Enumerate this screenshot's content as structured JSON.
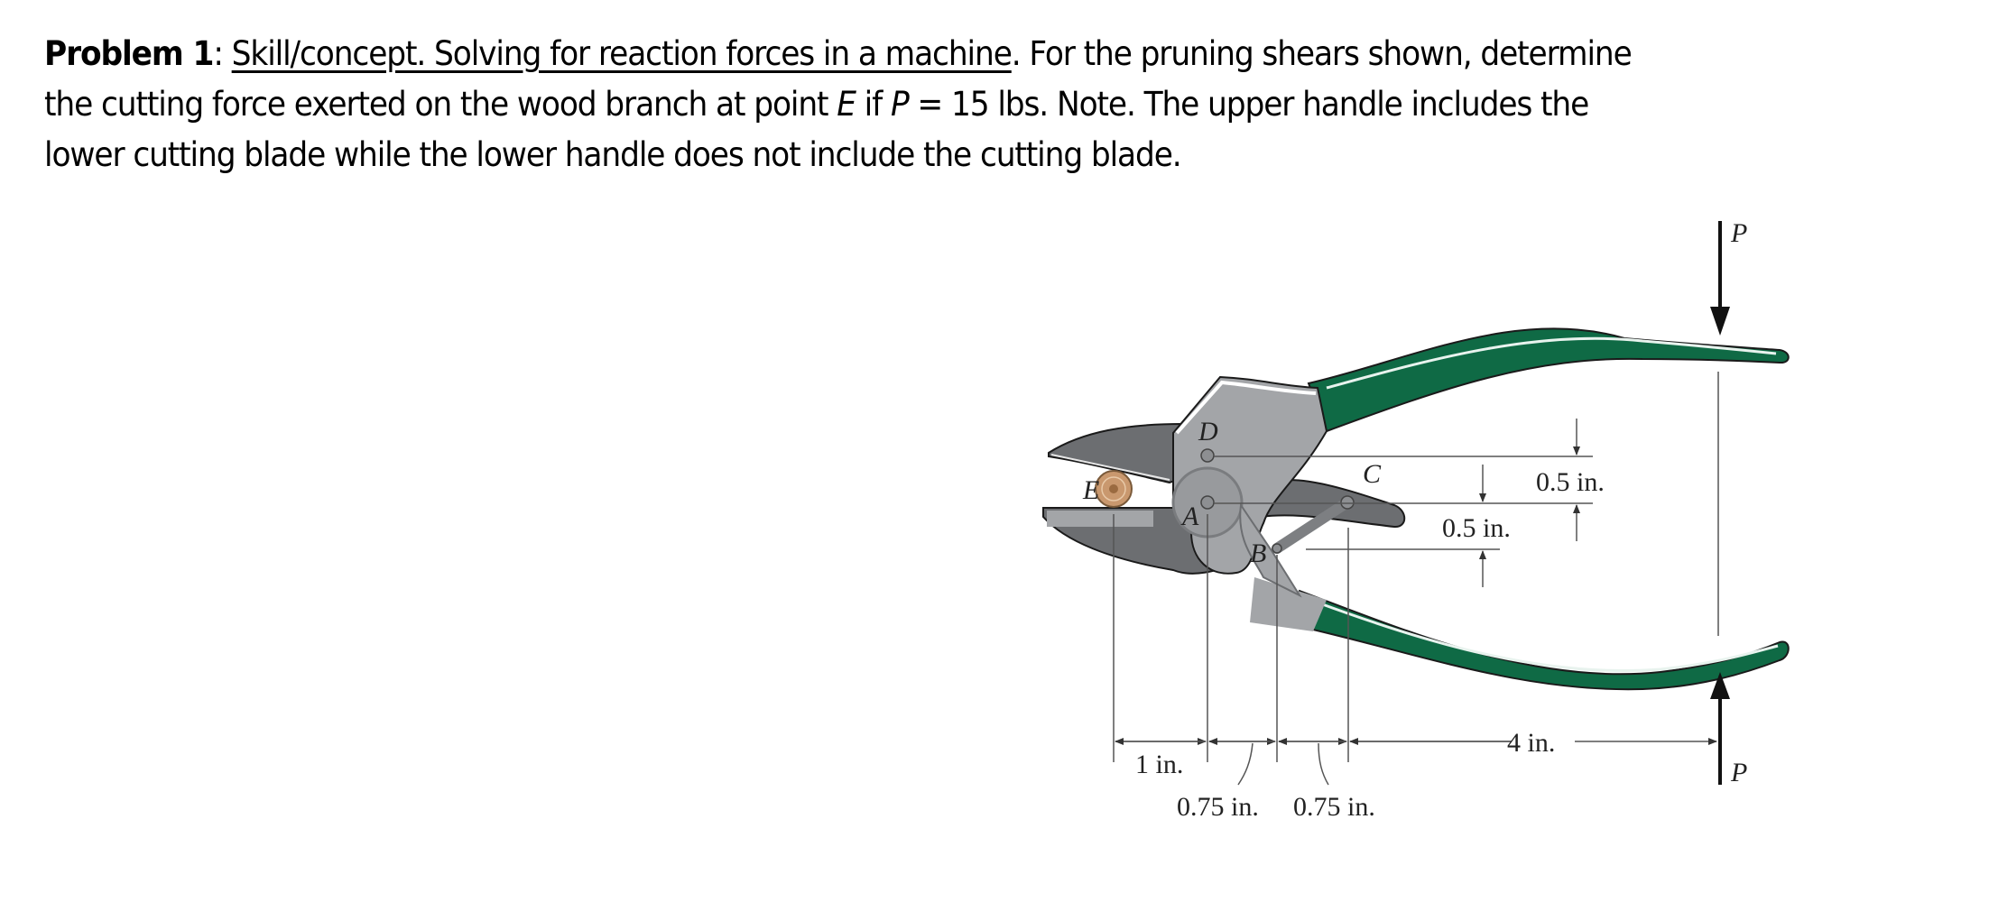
{
  "problem": {
    "label": "Problem 1",
    "colon": ":",
    "topic": "Skill/concept. Solving for reaction forces in a machine",
    "text_1": ". For the pruning shears shown, determine",
    "text_2": "the cutting force exerted on the wood branch at point ",
    "point_var": "E",
    "text_3": " if ",
    "force_var": "P",
    "text_4": " = 15 lbs. Note. The upper handle includes the",
    "text_5": "lower cutting blade while the lower handle does not include the cutting blade."
  },
  "figure": {
    "points": {
      "A": "A",
      "B": "B",
      "C": "C",
      "D": "D",
      "E": "E"
    },
    "forces": {
      "top": "P",
      "bottom": "P"
    },
    "dimensions": {
      "e_to_a": "1 in.",
      "a_to_b": "0.75 in.",
      "b_to_c": "0.75 in.",
      "c_to_p": "4 in.",
      "d_to_a_vertical": "0.5 in.",
      "a_to_b_vertical": "0.5 in."
    },
    "colors": {
      "handle_green": "#0f6a45",
      "metal_light": "#a3a5a8",
      "metal_dark": "#6c6e71",
      "wood": "#c9986e"
    }
  }
}
